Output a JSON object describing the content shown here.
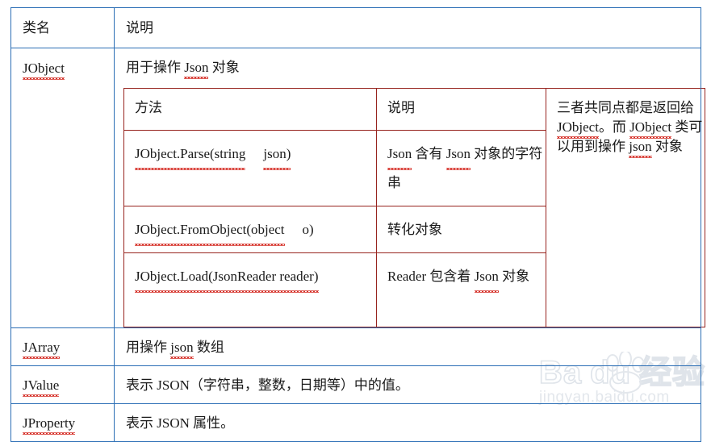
{
  "document": {
    "type": "word-processor-table",
    "outer_border_color": "#2b6eb5",
    "inner_border_color": "#97241f",
    "spellcheck_underline_color": "#d42a22"
  },
  "outer_table": {
    "headers": {
      "class_name": "类名",
      "description": "说明"
    },
    "rows": [
      {
        "name": "JObject",
        "description": "用于操作 Json 对象",
        "has_nested_table": true
      },
      {
        "name": "JArray",
        "description": "用操作 json 数组",
        "has_nested_table": false
      },
      {
        "name": "JValue",
        "description": "表示 JSON（字符串，整数，日期等）中的值。",
        "has_nested_table": false
      },
      {
        "name": "JProperty",
        "description": "表示 JSON 属性。",
        "has_nested_table": false
      }
    ]
  },
  "inner_table": {
    "headers": {
      "method": "方法",
      "description": "说明",
      "note": ""
    },
    "rows": [
      {
        "method_prefix": "JObject.Parse(string",
        "method_arg": "json)",
        "description": "Json 含有 Json 对象的字符串"
      },
      {
        "method_prefix": "JObject.FromObject(object",
        "method_arg": "o)",
        "description": "转化对象"
      },
      {
        "method_prefix": "JObject.Load(JsonReader reader)",
        "method_arg": "",
        "description": "Reader 包含着 Json 对象"
      }
    ],
    "note_cell": "三者共同点都是返回给 JObject。而 JObject 类可以用到操作 json 对象"
  },
  "spellchecked_words": [
    "JObject",
    "Json",
    "json",
    "JArray",
    "JValue",
    "JProperty",
    "JObject.Parse",
    "string",
    "JObject.FromObject",
    "object",
    "JObject.Load",
    "JsonReader"
  ],
  "watermark": {
    "brand": "Baidu经验",
    "brand_prefix": "Ba",
    "brand_suffix": "du",
    "brand_cn": "经验",
    "url": "jingyan.baidu.com",
    "color": "#e3e7ec"
  }
}
